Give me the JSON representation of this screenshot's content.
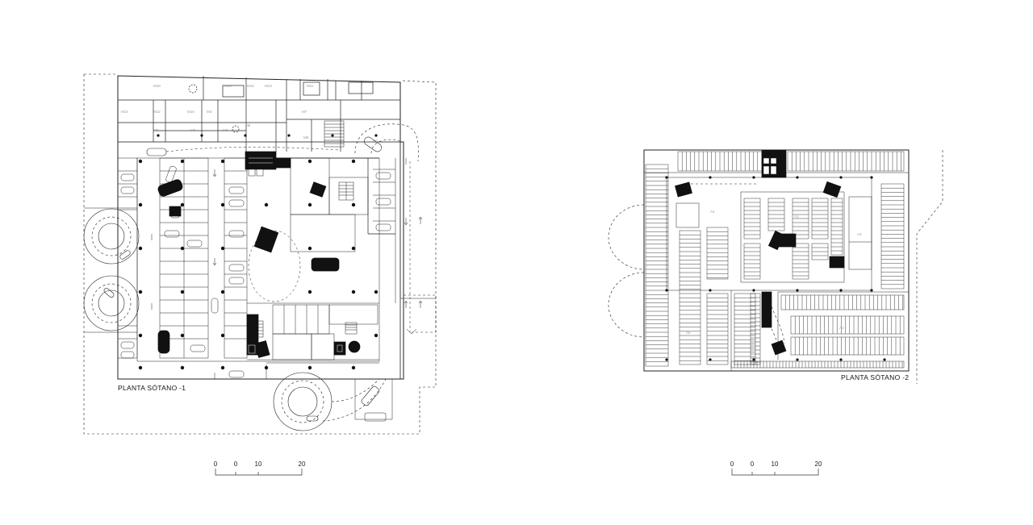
{
  "plans": [
    {
      "caption": "PLANTA SÓTANO -1",
      "scale_ticks": [
        "0",
        "0",
        "10",
        "20"
      ],
      "room_labels": [
        "M18",
        "M16",
        "M15",
        "M14",
        "M13",
        "M12",
        "M11",
        "M10",
        "M9",
        "M8",
        "M7",
        "M6",
        "M5",
        "M4",
        "M3",
        "M1"
      ]
    },
    {
      "caption": "PLANTA SÓTANO -2",
      "scale_ticks": [
        "0",
        "0",
        "10",
        "20"
      ]
    }
  ]
}
